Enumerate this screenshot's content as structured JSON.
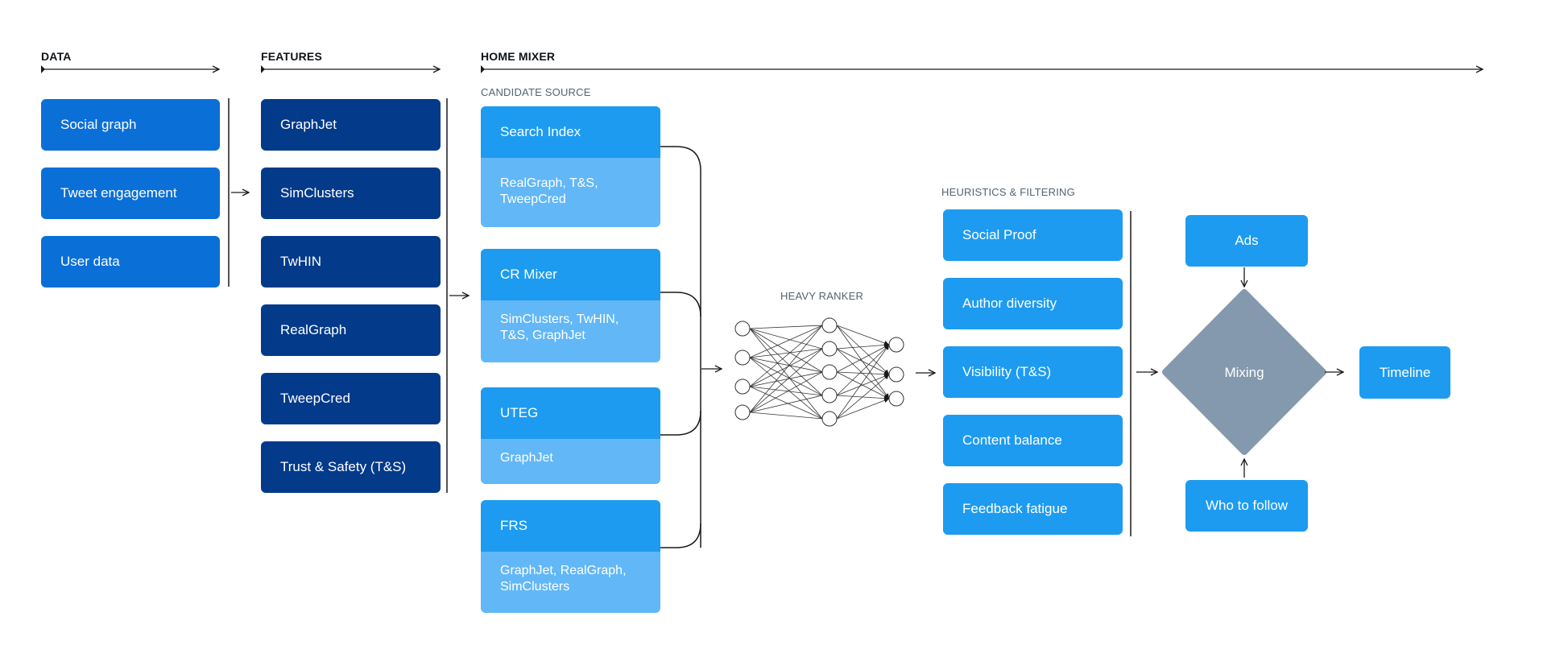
{
  "sections": {
    "data": "DATA",
    "features": "FEATURES",
    "home_mixer": "HOME MIXER"
  },
  "sublabels": {
    "candidate_source": "CANDIDATE SOURCE",
    "heavy_ranker": "HEAVY RANKER",
    "heuristics": "HEURISTICS & FILTERING"
  },
  "data_items": [
    "Social graph",
    "Tweet engagement",
    "User data"
  ],
  "feature_items": [
    "GraphJet",
    "SimClusters",
    "TwHIN",
    "RealGraph",
    "TweepCred",
    "Trust & Safety (T&S)"
  ],
  "candidate_sources": [
    {
      "name": "Search Index",
      "features": "RealGraph, T&S, TweepCred"
    },
    {
      "name": "CR Mixer",
      "features": "SimClusters, TwHIN, T&S, GraphJet"
    },
    {
      "name": "UTEG",
      "features": "GraphJet"
    },
    {
      "name": "FRS",
      "features": "GraphJet, RealGraph, SimClusters"
    }
  ],
  "heuristics": [
    "Social Proof",
    "Author diversity",
    "Visibility (T&S)",
    "Content balance",
    "Feedback fatigue"
  ],
  "mixing": {
    "ads": "Ads",
    "mixing": "Mixing",
    "who_to_follow": "Who to follow",
    "timeline": "Timeline"
  },
  "colors": {
    "data_box": "#0b6fd8",
    "feature_box": "#033a8a",
    "candidate_head": "#1d9bf0",
    "candidate_body": "#62b7f7",
    "heuristic_box": "#1d9bf0",
    "mixing_diamond": "#8499ad",
    "line": "#1a1a1a"
  },
  "icons": {
    "section_arrow": "arrow-right-icon",
    "heavy_ranker": "neural-network-icon"
  }
}
